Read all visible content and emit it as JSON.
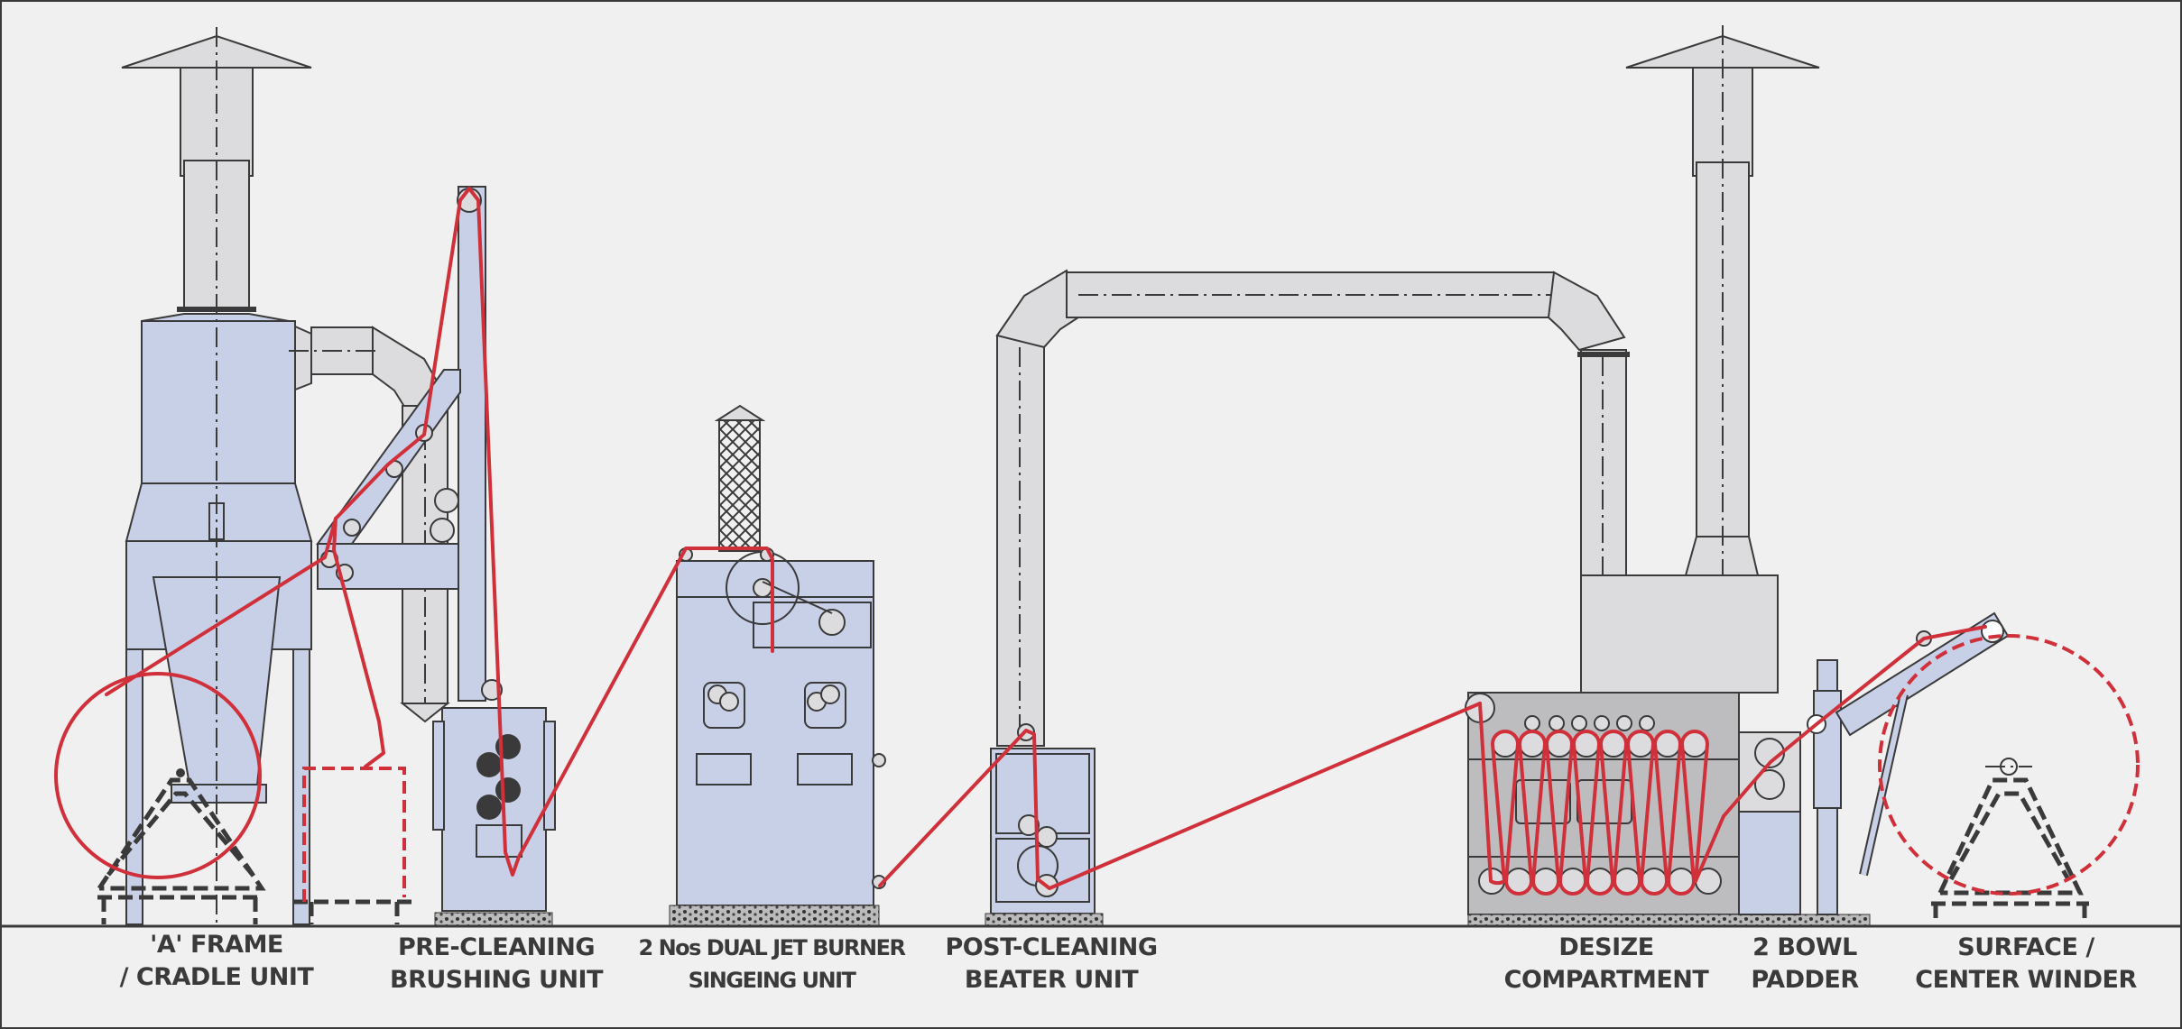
{
  "diagram": {
    "title": "Textile Pre-treatment Line (Singeing & Desizing Range)",
    "colors": {
      "background": "#f0f0f0",
      "machine_fill": "#c8d0e8",
      "duct_fill": "#dcdcde",
      "fabric_path": "#d0303a",
      "outline": "#3a3a3a"
    },
    "units": [
      {
        "id": "a-frame",
        "lines": [
          "'A' FRAME",
          "/ CRADLE UNIT"
        ]
      },
      {
        "id": "pre-cleaning",
        "lines": [
          "PRE-CLEANING",
          "BRUSHING UNIT"
        ]
      },
      {
        "id": "singeing",
        "lines": [
          "2 Nos DUAL JET BURNER",
          "SINGEING UNIT"
        ]
      },
      {
        "id": "post-cleaning",
        "lines": [
          "POST-CLEANING",
          "BEATER UNIT"
        ]
      },
      {
        "id": "desize",
        "lines": [
          "DESIZE",
          "COMPARTMENT"
        ]
      },
      {
        "id": "padder",
        "lines": [
          "2 BOWL",
          "PADDER"
        ]
      },
      {
        "id": "winder",
        "lines": [
          "SURFACE /",
          "CENTER WINDER"
        ]
      }
    ]
  }
}
